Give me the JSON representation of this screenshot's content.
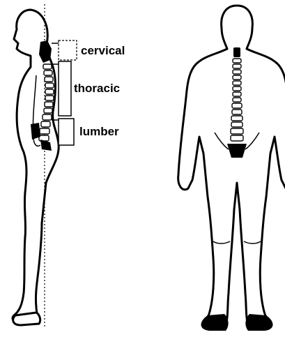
{
  "labels": {
    "cervical": "cervical",
    "thoracic": "thoracic",
    "lumbar": "lumber"
  },
  "colors": {
    "ink": "#000000",
    "background": "#ffffff"
  }
}
